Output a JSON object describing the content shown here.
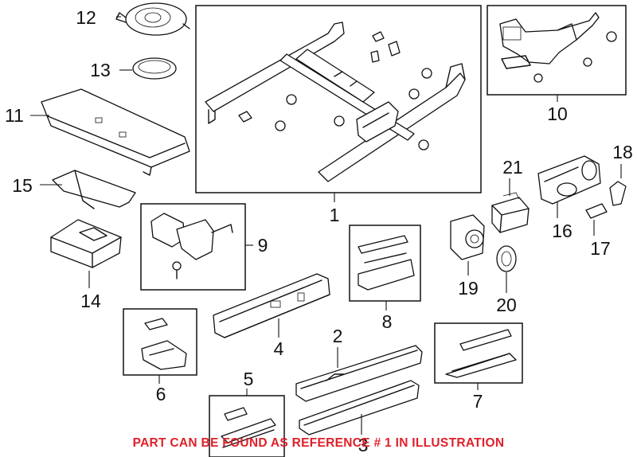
{
  "callouts": {
    "c1": "1",
    "c2": "2",
    "c3": "3",
    "c4": "4",
    "c5": "5",
    "c6": "6",
    "c7": "7",
    "c8": "8",
    "c9": "9",
    "c10": "10",
    "c11": "11",
    "c12": "12",
    "c13": "13",
    "c14": "14",
    "c15": "15",
    "c16": "16",
    "c17": "17",
    "c18": "18",
    "c19": "19",
    "c20": "20",
    "c21": "21"
  },
  "note": "PART CAN BE FOUND AS REFERENCE # 1 IN ILLUSTRATION",
  "colors": {
    "note": "#e0202a",
    "line": "#111111",
    "background": "#ffffff"
  }
}
